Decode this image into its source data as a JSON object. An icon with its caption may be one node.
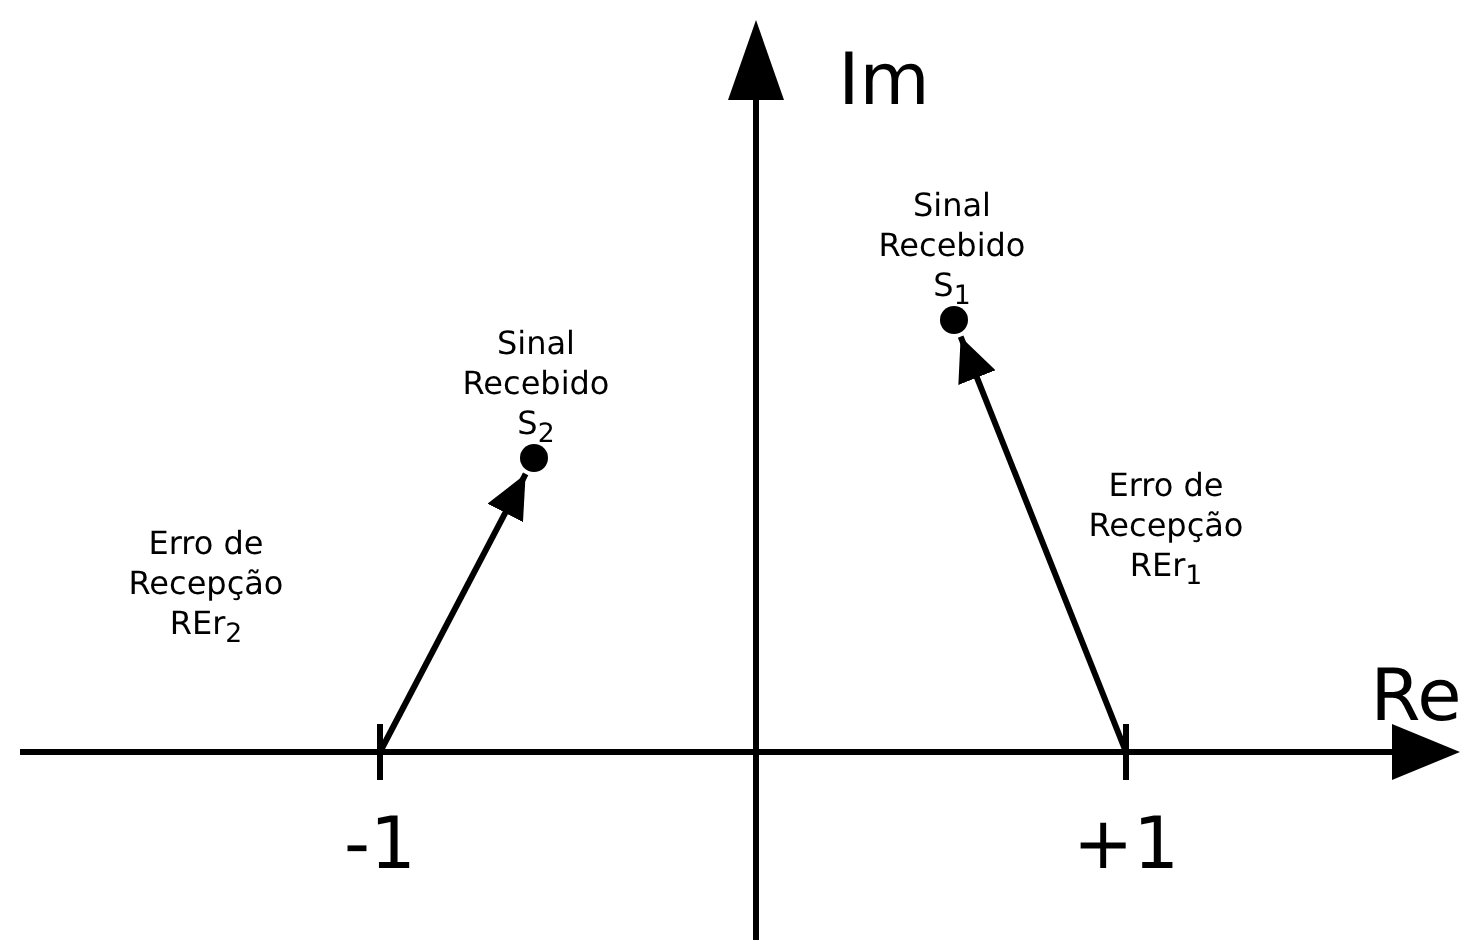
{
  "diagram": {
    "nodes": [
      {
        "text": [],
        "shape": "circle",
        "beside": [
          "Sinal Recebido S$_{2}$"
        ]
      },
      {
        "text": [],
        "shape": "circle",
        "beside": [
          "Sinal Recebido S$_{1}$"
        ]
      }
    ],
    "edges": [
      {
        "from": null,
        "to": 0,
        "arrow": "to",
        "label": "Erro de Recepção REr$_{2}$"
      },
      {
        "from": null,
        "to": 1,
        "arrow": "to",
        "label": "Erro de Recepção REr$_{1}$"
      }
    ],
    "labels": [
      "Im",
      "Re",
      "-1",
      "+1"
    ]
  }
}
